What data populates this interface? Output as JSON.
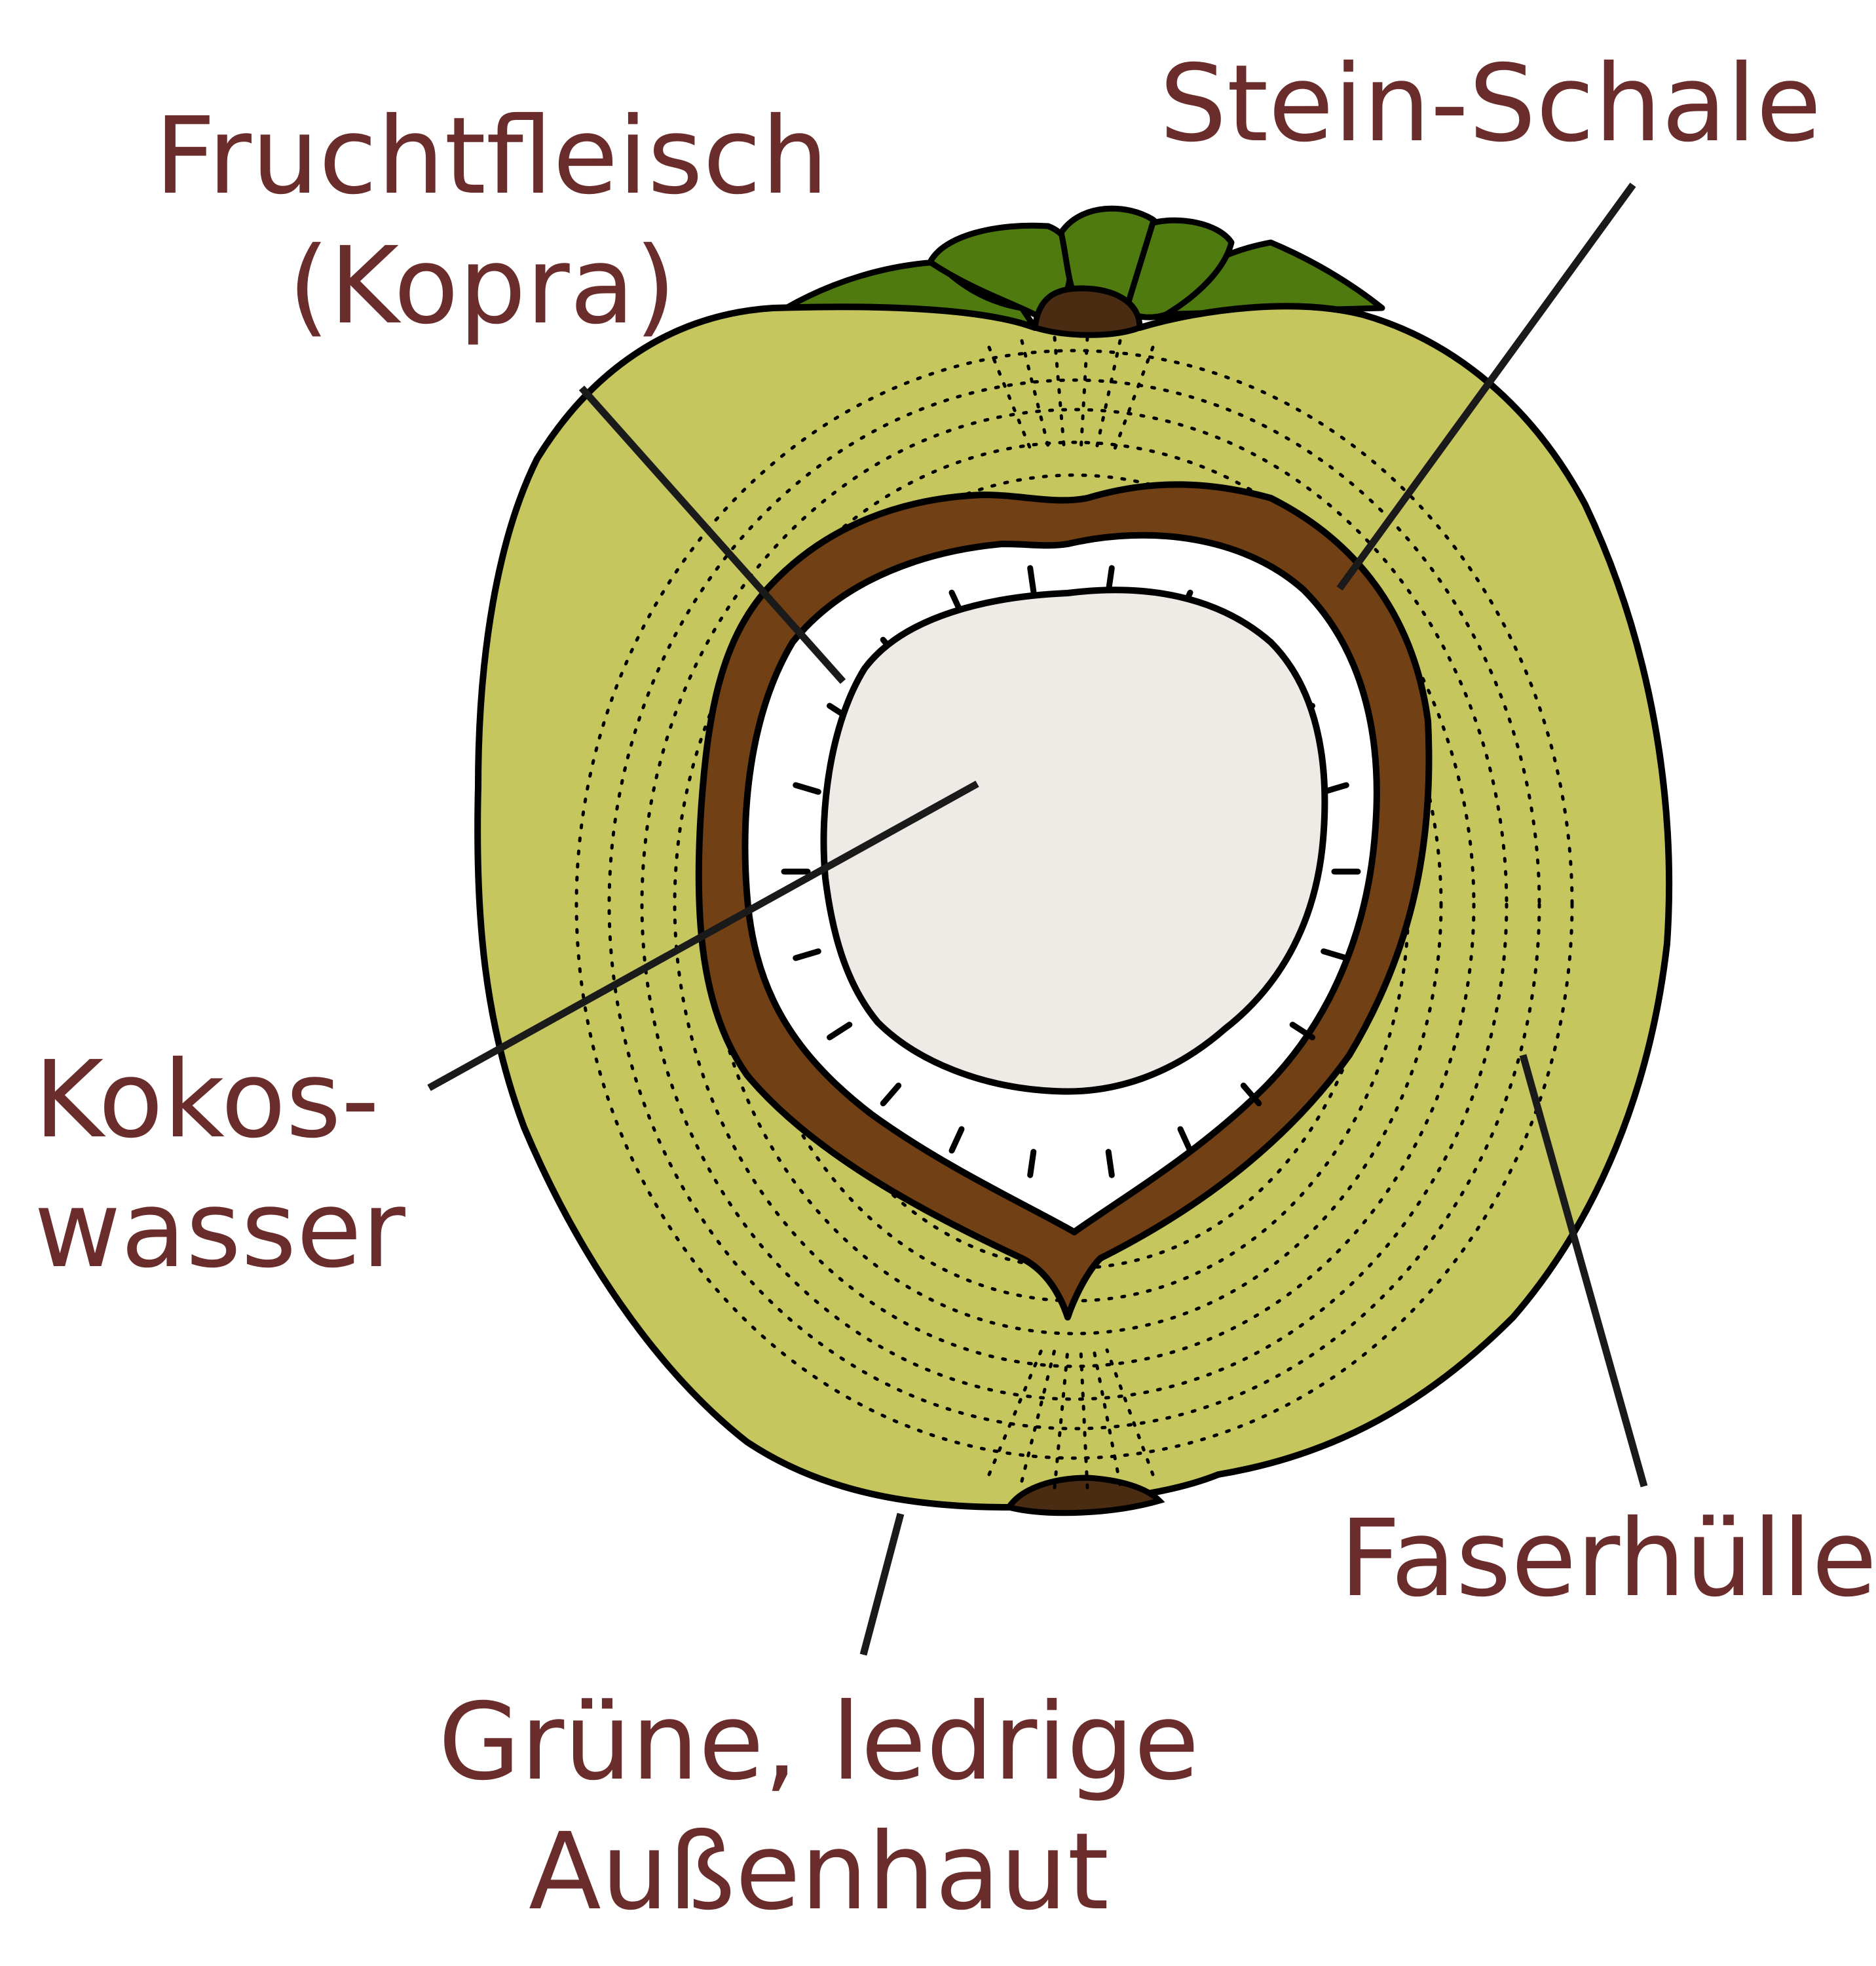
{
  "colors": {
    "label_text": "#6b2d2b",
    "outline": "#000000",
    "husk_fibre": "#c6c65f",
    "leaves": "#4f7a10",
    "stem": "#4a2c13",
    "shell": "#714014",
    "kernel": "#ffffff",
    "water": "#eeebe6",
    "leader_line": "#1a1a1a"
  },
  "labels": {
    "fruchtfleisch": {
      "line1": "Fruchtfleisch",
      "line2": "(Kopra)"
    },
    "stein_schale": {
      "text": "Stein-Schale"
    },
    "kokoswasser": {
      "line1": "Kokos-",
      "line2": "wasser"
    },
    "faserhuelle": {
      "text": "Faserhülle"
    },
    "aussenhaut": {
      "line1": "Grüne, ledrige",
      "line2": "Außenhaut"
    }
  }
}
